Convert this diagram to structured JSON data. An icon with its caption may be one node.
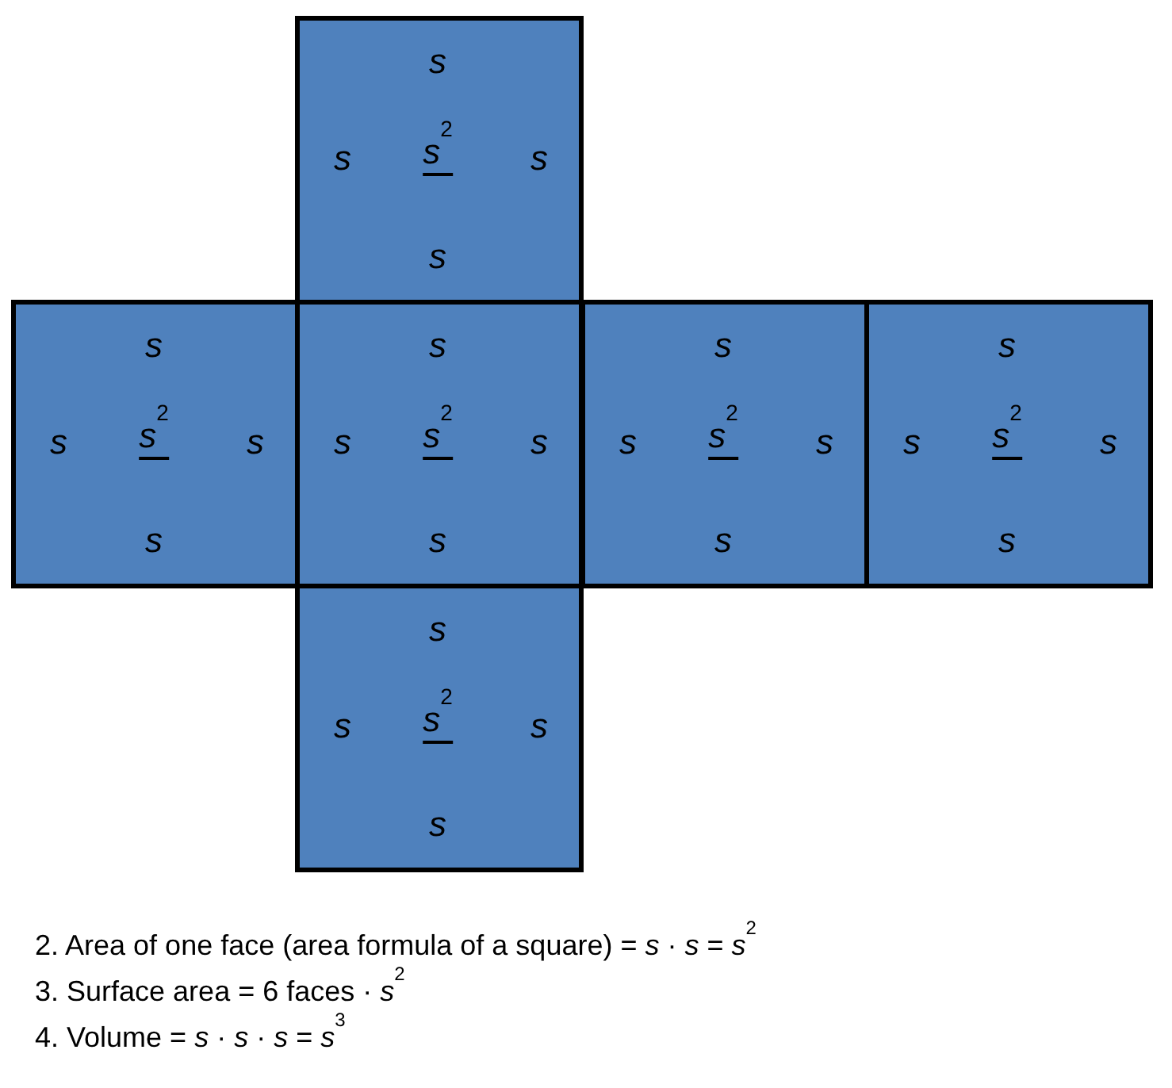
{
  "diagram": {
    "nodes": [
      {
        "text": [
          "s",
          "s",
          "*s*$^{2}$",
          "s",
          "s"
        ]
      },
      {
        "text": [
          "s",
          "s",
          "*s*$^{2}$",
          "s",
          "s"
        ]
      },
      {
        "text": [
          "s",
          "s",
          "*s*$^{2}$",
          "s",
          "s"
        ]
      },
      {
        "text": [
          "s",
          "s",
          "*s*$^{2}$",
          "s",
          "s"
        ]
      },
      {
        "text": [
          "s",
          "s",
          "*s*$^{2}$",
          "s",
          "s"
        ]
      },
      {
        "text": [
          "s",
          "s",
          "*s*$^{2}$",
          "s",
          "s"
        ]
      }
    ],
    "labels": [
      "2. Area of one face (area formula of a square) = *s* · *s* = *s*$^{2}$",
      "3. Surface area = 6 faces · *s*$^{2}$",
      "4. Volume = *s* · *s* · *s* = *s*$^{3}$"
    ]
  }
}
